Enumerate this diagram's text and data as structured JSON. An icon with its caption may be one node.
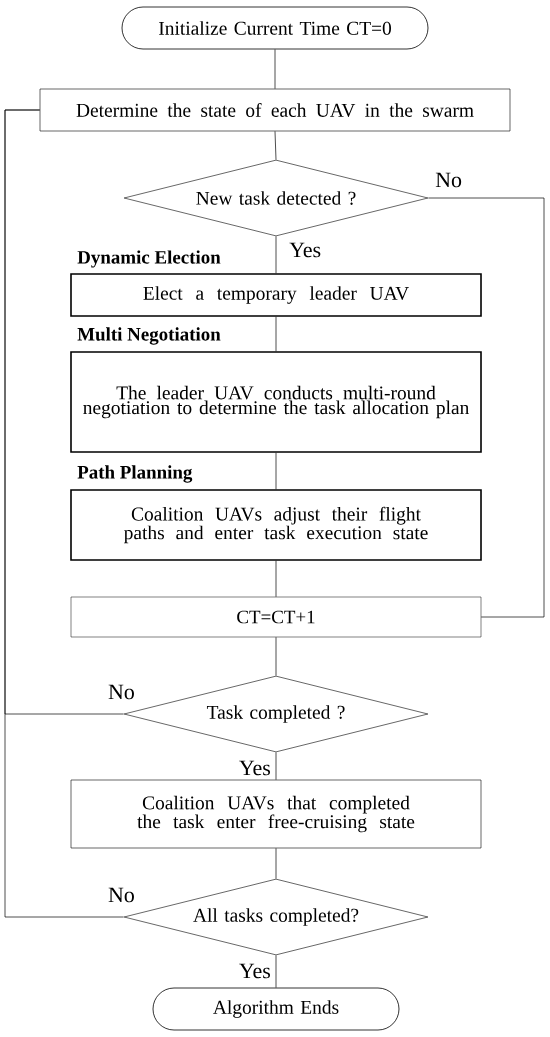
{
  "diagram": {
    "nodes": [
      {
        "text": [
          "Initialize Current Time CT=0"
        ]
      },
      {
        "text": [
          "Determine the state of each UAV in the swarm"
        ]
      },
      {
        "text": [
          "New task detected ?"
        ]
      },
      {
        "text": [
          "Dynamic Election",
          "Elect a temporary leader UAV"
        ]
      },
      {
        "text": [
          "Multi Negotiation",
          "The leader UAV conducts multi-round negotiation to determine the task allocation plan"
        ]
      },
      {
        "text": [
          "Path Planning",
          "Coalition UAVs adjust their flight paths and enter task execution state"
        ]
      },
      {
        "text": [
          "CT=CT+1"
        ]
      },
      {
        "text": [
          "Task completed ?"
        ]
      },
      {
        "text": [
          "Coalition UAVs that completed the task enter free-cruising state"
        ]
      },
      {
        "text": [
          "All tasks completed?"
        ]
      },
      {
        "text": [
          "Algorithm Ends"
        ]
      }
    ],
    "edges": [
      {
        "from": 0,
        "to": 1,
        "arrow": "none"
      },
      {
        "from": 1,
        "to": 2,
        "arrow": "none"
      },
      {
        "from": 2,
        "to": 3,
        "arrow": "none",
        "label": "Yes"
      },
      {
        "from": 2,
        "to": 6,
        "arrow": "none",
        "label": "No"
      },
      {
        "from": 3,
        "to": 4,
        "arrow": "none"
      },
      {
        "from": 4,
        "to": 5,
        "arrow": "none"
      },
      {
        "from": 5,
        "to": 6,
        "arrow": "none"
      },
      {
        "from": 6,
        "to": 7,
        "arrow": "none"
      },
      {
        "from": 7,
        "to": 8,
        "arrow": "none",
        "label": "Yes"
      },
      {
        "from": 7,
        "to": 1,
        "arrow": "none",
        "label": "No"
      },
      {
        "from": 8,
        "to": 9,
        "arrow": "none"
      },
      {
        "from": 9,
        "to": 10,
        "arrow": "none",
        "label": "Yes"
      },
      {
        "from": 9,
        "to": 1,
        "arrow": "none",
        "label": "No"
      }
    ]
  }
}
